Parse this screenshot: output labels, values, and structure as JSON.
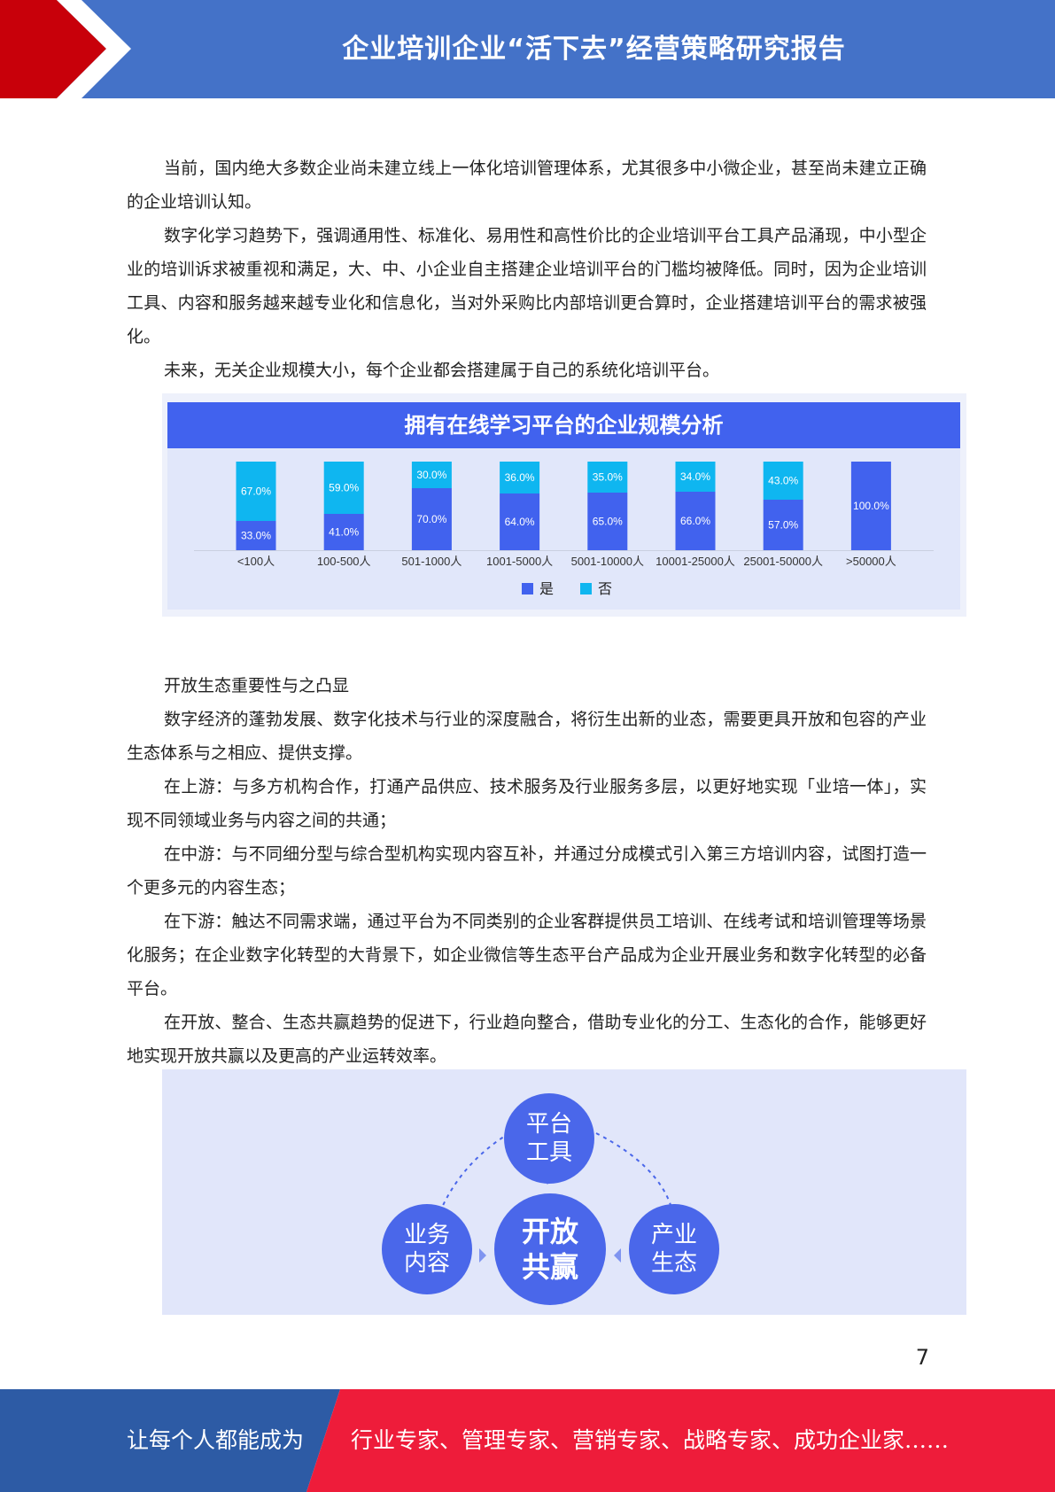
{
  "header": {
    "title": "企业培训企业“活下去”经营策略研究报告",
    "colors": {
      "bar": "#4472c8",
      "accent_red": "#c8000a"
    }
  },
  "paragraphs_top": [
    "当前，国内绝大多数企业尚未建立线上一体化培训管理体系，尤其很多中小微企业，甚至尚未建立正确的企业培训认知。",
    "数字化学习趋势下，强调通用性、标准化、易用性和高性价比的企业培训平台工具产品涌现，中小型企业的培训诉求被重视和满足，大、中、小企业自主搭建企业培训平台的门槛均被降低。同时，因为企业培训工具、内容和服务越来越专业化和信息化，当对外采购比内部培训更合算时，企业搭建培训平台的需求被强化。",
    "未来，无关企业规模大小，每个企业都会搭建属于自己的系统化培训平台。"
  ],
  "chart_data": {
    "type": "bar",
    "stacked": true,
    "title": "拥有在线学习平台的企业规模分析",
    "categories": [
      "<100人",
      "100-500人",
      "501-1000人",
      "1001-5000人",
      "5001-10000人",
      "10001-25000人",
      "25001-50000人",
      ">50000人"
    ],
    "series": [
      {
        "name": "是",
        "color": "#4162ee",
        "values": [
          33.0,
          41.0,
          70.0,
          64.0,
          65.0,
          66.0,
          57.0,
          100.0
        ]
      },
      {
        "name": "否",
        "color": "#0fb6f0",
        "values": [
          67.0,
          59.0,
          30.0,
          36.0,
          35.0,
          34.0,
          43.0,
          0
        ]
      }
    ],
    "value_labels": [
      [
        "33.0%",
        "67.0%"
      ],
      [
        "41.0%",
        "59.0%"
      ],
      [
        "70.0%",
        "30.0%"
      ],
      [
        "64.0%",
        "36.0%"
      ],
      [
        "65.0%",
        "35.0%"
      ],
      [
        "66.0%",
        "34.0%"
      ],
      [
        "57.0%",
        "43.0%"
      ],
      [
        "100.0%",
        ""
      ]
    ],
    "ylim": [
      0,
      100
    ],
    "legend": "bottom-center"
  },
  "paragraphs_bottom": [
    "开放生态重要性与之凸显",
    "数字经济的蓬勃发展、数字化技术与行业的深度融合，将衍生出新的业态，需要更具开放和包容的产业生态体系与之相应、提供支撑。",
    "在上游：与多方机构合作，打通产品供应、技术服务及行业服务多层，以更好地实现「业培一体」，实现不同领域业务与内容之间的共通；",
    "在中游：与不同细分型与综合型机构实现内容互补，并通过分成模式引入第三方培训内容，试图打造一个更多元的内容生态；",
    "在下游：触达不同需求端，通过平台为不同类别的企业客群提供员工培训、在线考试和培训管理等场景化服务；在企业数字化转型的大背景下，如企业微信等生态平台产品成为企业开展业务和数字化转型的必备平台。",
    "在开放、整合、生态共赢趋势的促进下，行业趋向整合，借助专业化的分工、生态化的合作，能够更好地实现开放共赢以及更高的产业运转效率。"
  ],
  "diagram": {
    "top": [
      "平台",
      "工具"
    ],
    "left": [
      "业务",
      "内容"
    ],
    "center": [
      "开放",
      "共赢"
    ],
    "right": [
      "产业",
      "生态"
    ]
  },
  "page_number": "7",
  "footer": {
    "left": "让每个人都能成为",
    "right": "行业专家、管理专家、营销专家、战略专家、成功企业家……",
    "colors": {
      "left": "#2d5ba5",
      "right": "#ee1c3a"
    }
  }
}
